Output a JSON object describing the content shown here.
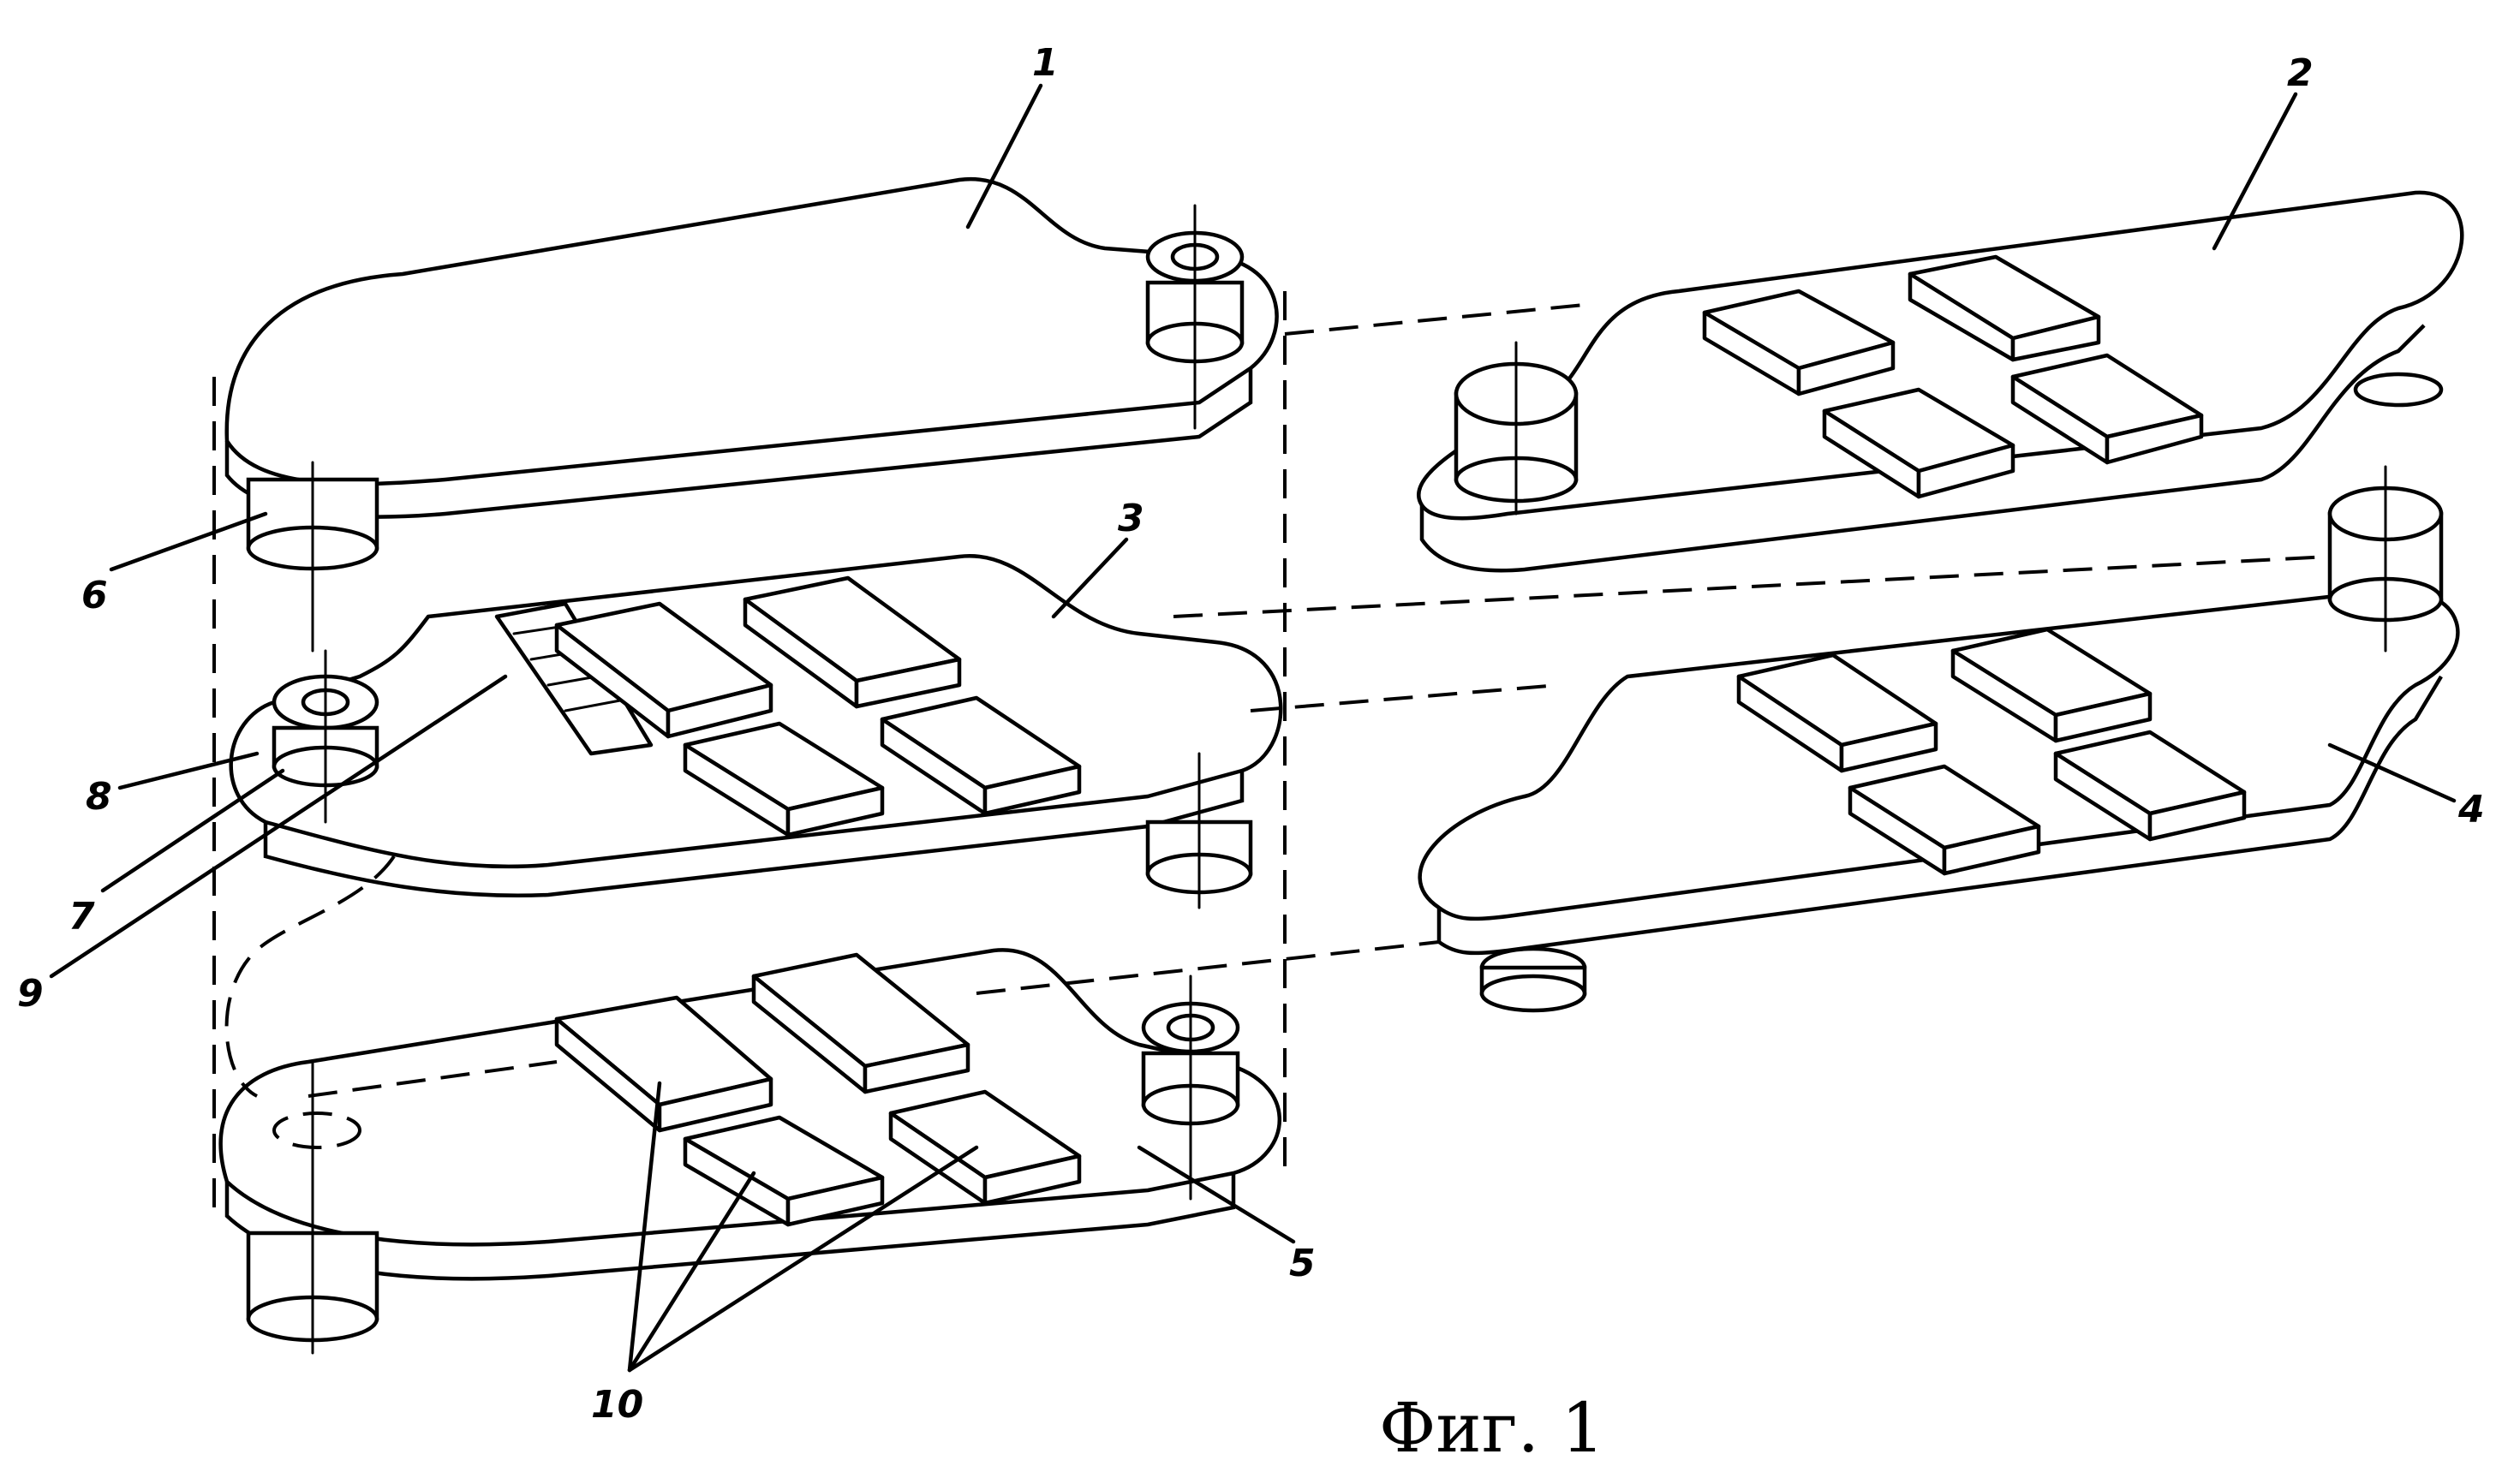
{
  "labels": {
    "l1": "1",
    "l2": "2",
    "l3": "3",
    "l4": "4",
    "l5": "5",
    "l6": "6",
    "l7": "7",
    "l8": "8",
    "l9": "9",
    "l10": "10"
  },
  "caption": "Фиг. 1"
}
